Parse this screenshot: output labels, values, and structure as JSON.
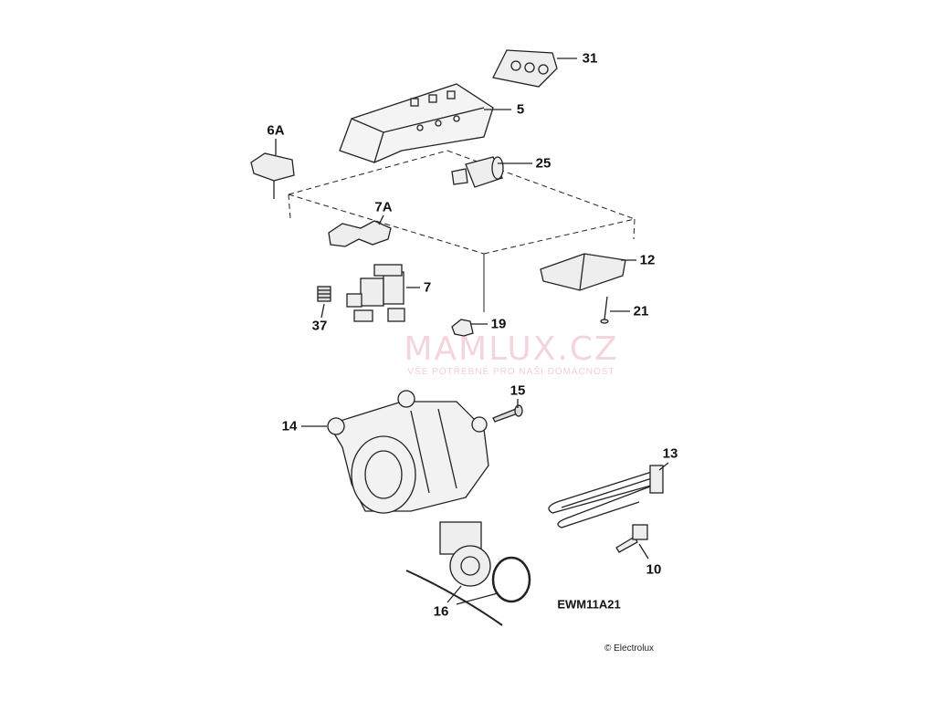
{
  "watermark": {
    "title": "MAMLUX.CZ",
    "subtitle": "VŠE POTŘEBNÉ PRO NAŠI DOMÁCNOST"
  },
  "parts": {
    "p31": "31",
    "p5": "5",
    "p6a": "6A",
    "p25": "25",
    "p7a": "7A",
    "p12": "12",
    "p7": "7",
    "p21": "21",
    "p37": "37",
    "p19": "19",
    "p15": "15",
    "p14": "14",
    "p13": "13",
    "p10": "10",
    "p16": "16"
  },
  "model": "EWM11A21",
  "copyright": "© Electrolux"
}
